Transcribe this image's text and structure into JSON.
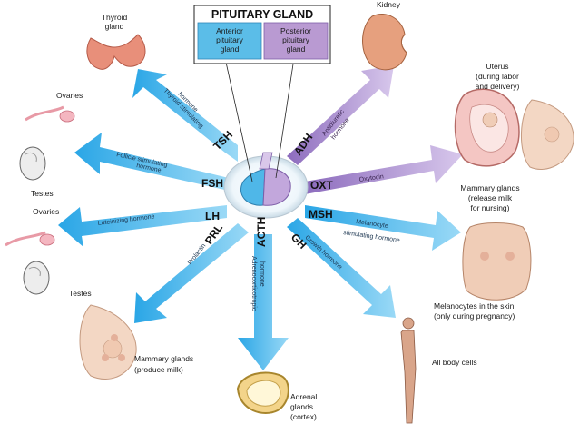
{
  "title": "PITUITARY GLAND",
  "anterior_label": [
    "Anterior",
    "pituitary",
    "gland"
  ],
  "posterior_label": [
    "Posterior",
    "pituitary",
    "gland"
  ],
  "colors": {
    "anterior": "#5bbde8",
    "posterior": "#b99ad2",
    "title_box": "#ffffff"
  },
  "hormones": {
    "tsh": {
      "abbr": "TSH",
      "name_lines": [
        "Thyroid stimulating",
        "hormone"
      ]
    },
    "fsh": {
      "abbr": "FSH",
      "name_lines": [
        "Follicle stimulating",
        "hormone"
      ]
    },
    "lh": {
      "abbr": "LH",
      "name_lines": [
        "Luteinizing hormone"
      ]
    },
    "prl": {
      "abbr": "PRL",
      "name_lines": [
        "Prolactin"
      ]
    },
    "acth": {
      "abbr": "ACTH",
      "name_lines": [
        "Adrenocorticotropic",
        "hormone"
      ]
    },
    "gh": {
      "abbr": "GH",
      "name_lines": [
        "Growth hormone"
      ]
    },
    "msh": {
      "abbr": "MSH",
      "name_lines": [
        "Melanocyte",
        "stimulating hormone"
      ]
    },
    "oxt": {
      "abbr": "OXT",
      "name_lines": [
        "Oxytocin"
      ]
    },
    "adh": {
      "abbr": "ADH",
      "name_lines": [
        "Antidiuretic",
        "hormone"
      ]
    }
  },
  "targets": {
    "thyroid": [
      "Thyroid",
      "gland"
    ],
    "ovaries_top": [
      "Ovaries"
    ],
    "testes_top": [
      "Testes"
    ],
    "ovaries_bottom": [
      "Ovaries"
    ],
    "testes_bottom": [
      "Testes"
    ],
    "mammary_produce": [
      "Mammary glands",
      "(produce milk)"
    ],
    "adrenal": [
      "Adrenal",
      "glands",
      "(cortex)"
    ],
    "all_body": [
      "All body cells"
    ],
    "melanocytes": [
      "Melanocytes in the skin",
      "(only during pregnancy)"
    ],
    "mammary_release": [
      "Mammary glands",
      "(release milk",
      "for nursing)"
    ],
    "uterus": [
      "Uterus",
      "(during labor",
      "and delivery)"
    ],
    "kidney": [
      "Kidney"
    ]
  }
}
